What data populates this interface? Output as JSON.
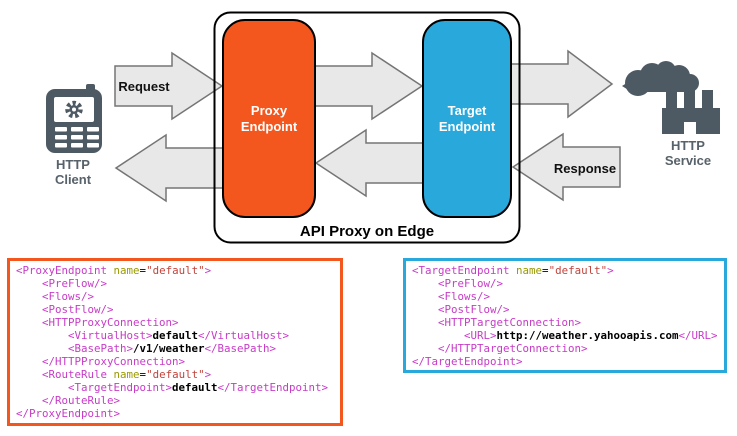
{
  "colors": {
    "orange": "#F4571D",
    "blue": "#29A8DC",
    "icon": "#4E5A63",
    "icon-label": "#57626A",
    "arrow-fill": "#E8E8E8",
    "arrow-stroke": "#757575",
    "syn-tag": "#C73BC7",
    "syn-attr": "#999900",
    "syn-val": "#C0443C",
    "syn-text": "#000000"
  },
  "diagram": {
    "title": "API Proxy on Edge",
    "client_label": "HTTP Client",
    "service_label": "HTTP Service",
    "proxy_endpoint_label": "Proxy Endpoint",
    "target_endpoint_label": "Target Endpoint",
    "request_label": "Request",
    "response_label": "Response",
    "icons": {
      "client": "mobile-phone-icon",
      "service": "factory-smoke-icon"
    }
  },
  "code_blocks": {
    "proxy": {
      "lines": [
        [
          {
            "t": "tag",
            "s": "<ProxyEndpoint"
          },
          {
            "t": "plain",
            "s": " "
          },
          {
            "t": "attr",
            "s": "name"
          },
          {
            "t": "plain",
            "s": "="
          },
          {
            "t": "val",
            "s": "\"default\""
          },
          {
            "t": "tag",
            "s": ">"
          }
        ],
        [
          {
            "t": "tag",
            "s": "    <PreFlow/>"
          }
        ],
        [
          {
            "t": "tag",
            "s": "    <Flows/>"
          }
        ],
        [
          {
            "t": "tag",
            "s": "    <PostFlow/>"
          }
        ],
        [
          {
            "t": "tag",
            "s": "    <HTTPProxyConnection>"
          }
        ],
        [
          {
            "t": "tag",
            "s": "        <VirtualHost>"
          },
          {
            "t": "text",
            "s": "default"
          },
          {
            "t": "tag",
            "s": "</VirtualHost>"
          }
        ],
        [
          {
            "t": "tag",
            "s": "        <BasePath>"
          },
          {
            "t": "text",
            "s": "/v1/weather"
          },
          {
            "t": "tag",
            "s": "</BasePath>"
          }
        ],
        [
          {
            "t": "tag",
            "s": "    </HTTPProxyConnection>"
          }
        ],
        [
          {
            "t": "tag",
            "s": "    <RouteRule"
          },
          {
            "t": "plain",
            "s": " "
          },
          {
            "t": "attr",
            "s": "name"
          },
          {
            "t": "plain",
            "s": "="
          },
          {
            "t": "val",
            "s": "\"default\""
          },
          {
            "t": "tag",
            "s": ">"
          }
        ],
        [
          {
            "t": "tag",
            "s": "        <TargetEndpoint>"
          },
          {
            "t": "text",
            "s": "default"
          },
          {
            "t": "tag",
            "s": "</TargetEndpoint>"
          }
        ],
        [
          {
            "t": "tag",
            "s": "    </RouteRule>"
          }
        ],
        [
          {
            "t": "tag",
            "s": "</ProxyEndpoint>"
          }
        ]
      ]
    },
    "target": {
      "lines": [
        [
          {
            "t": "tag",
            "s": "<TargetEndpoint"
          },
          {
            "t": "plain",
            "s": " "
          },
          {
            "t": "attr",
            "s": "name"
          },
          {
            "t": "plain",
            "s": "="
          },
          {
            "t": "val",
            "s": "\"default\""
          },
          {
            "t": "tag",
            "s": ">"
          }
        ],
        [
          {
            "t": "tag",
            "s": "    <PreFlow/>"
          }
        ],
        [
          {
            "t": "tag",
            "s": "    <Flows/>"
          }
        ],
        [
          {
            "t": "tag",
            "s": "    <PostFlow/>"
          }
        ],
        [
          {
            "t": "tag",
            "s": "    <HTTPTargetConnection>"
          }
        ],
        [
          {
            "t": "tag",
            "s": "        <URL>"
          },
          {
            "t": "text",
            "s": "http://weather.yahooapis.com"
          },
          {
            "t": "tag",
            "s": "</URL>"
          }
        ],
        [
          {
            "t": "tag",
            "s": "    </HTTPTargetConnection>"
          }
        ],
        [
          {
            "t": "tag",
            "s": "</TargetEndpoint>"
          }
        ]
      ]
    }
  }
}
